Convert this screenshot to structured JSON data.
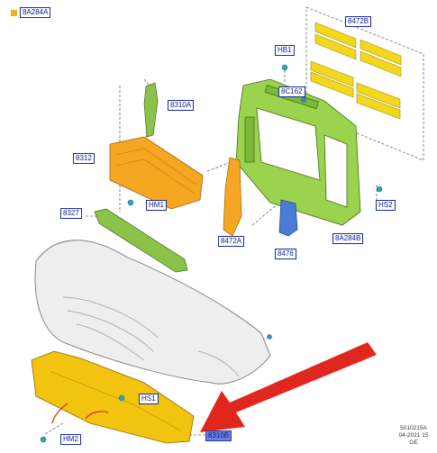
{
  "colors": {
    "green_part": "#8bc34a",
    "yellow_part": "#f2c30f",
    "orange_part": "#f5a623",
    "blue_part": "#4a7bd6",
    "arrow_red": "#e0271e",
    "callout_border": "#1a2a9a",
    "callout_text": "#0a1a8c",
    "highlight_fill": "#6b7fe0",
    "legend_swatch": "#f2b21c"
  },
  "legend": {
    "label": "8A284A"
  },
  "callouts": {
    "c_8472b": "8472B",
    "c_hb1": "HB1",
    "c_8c162": "8C162",
    "c_8310a": "8310A",
    "c_8312": "8312",
    "c_hm1": "HM1",
    "c_8327": "8327",
    "c_8472a": "8472A",
    "c_8476": "8476",
    "c_8a284b": "8A284B",
    "c_hs2": "HS2",
    "c_hs1": "HS1",
    "c_hm2": "HM2",
    "c_8310b": "8310B"
  },
  "reference": {
    "code": "5010215A",
    "date": "04-2021 15",
    "region": "GE"
  }
}
